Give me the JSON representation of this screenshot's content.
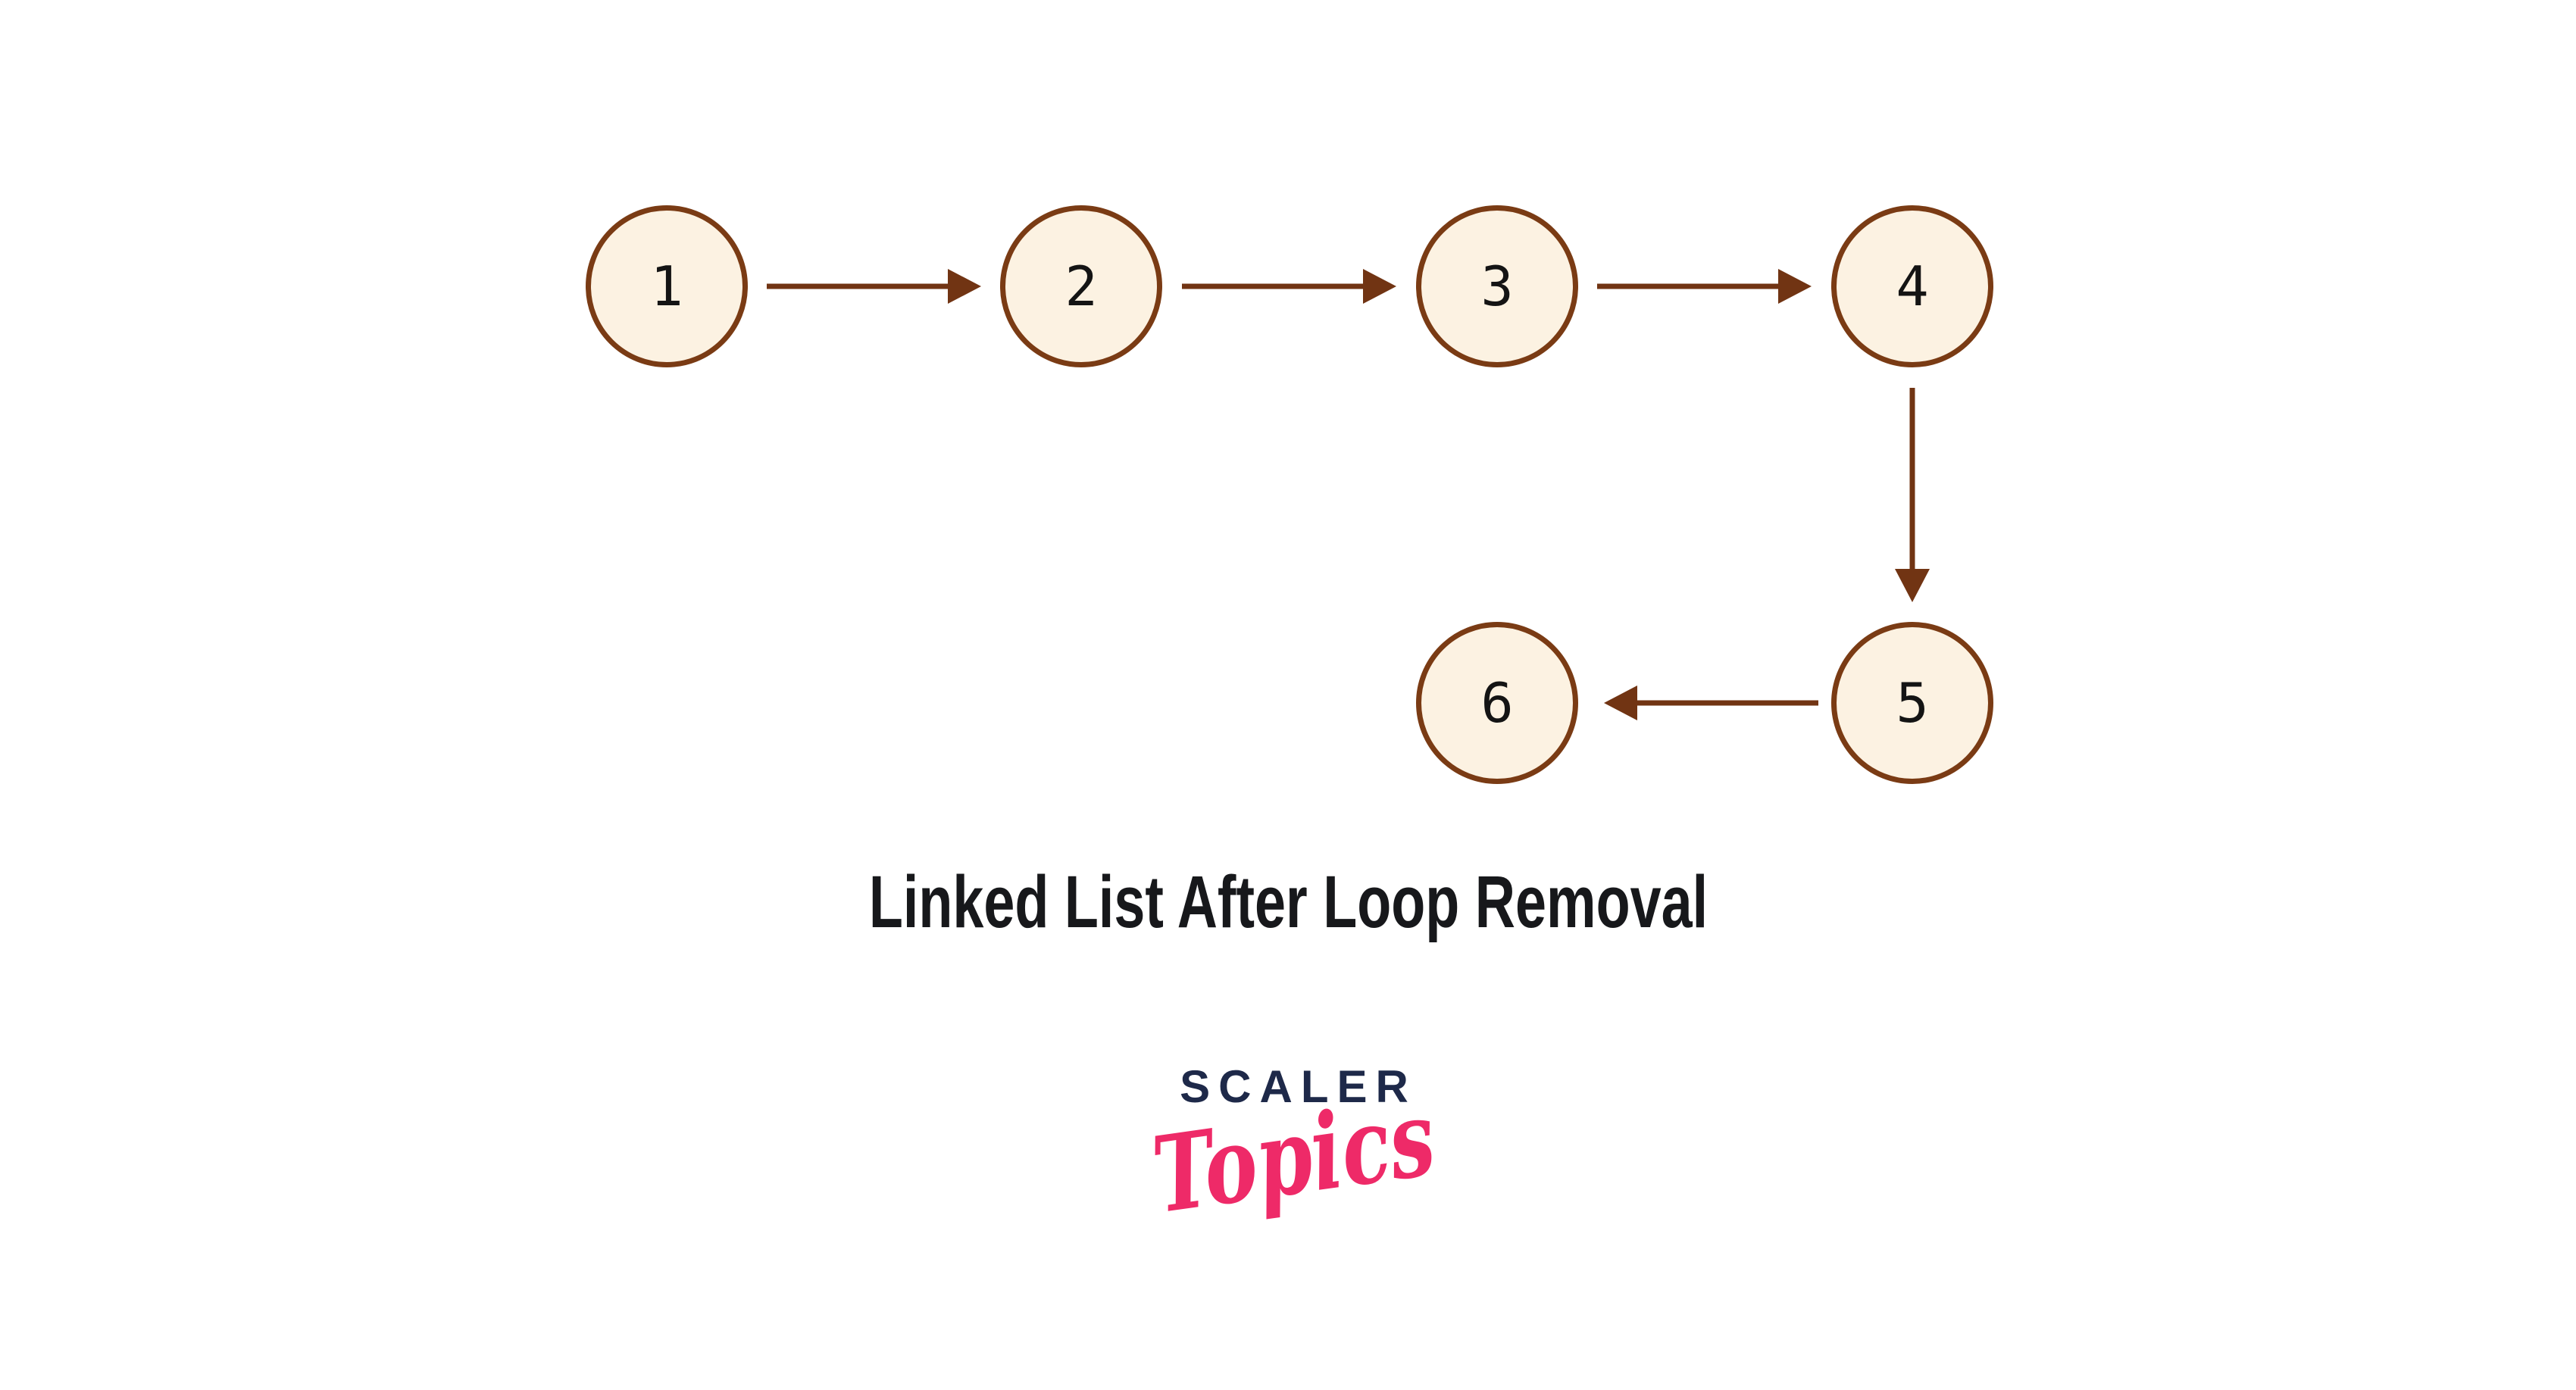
{
  "page": {
    "background": "#ffffff"
  },
  "diagram": {
    "title": "Linked List After Loop Removal",
    "title_color": "#17181b",
    "node_fill_color": "#fcf2e2",
    "node_border_color": "#7a3b14",
    "arrow_color": "#713413",
    "digit_color": "#141414",
    "nodes": [
      {
        "id": "1",
        "label": "1"
      },
      {
        "id": "2",
        "label": "2"
      },
      {
        "id": "3",
        "label": "3"
      },
      {
        "id": "4",
        "label": "4"
      },
      {
        "id": "5",
        "label": "5"
      },
      {
        "id": "6",
        "label": "6"
      }
    ],
    "edges": [
      {
        "from": "1",
        "to": "2",
        "direction": "right"
      },
      {
        "from": "2",
        "to": "3",
        "direction": "right"
      },
      {
        "from": "3",
        "to": "4",
        "direction": "right"
      },
      {
        "from": "4",
        "to": "5",
        "direction": "down"
      },
      {
        "from": "5",
        "to": "6",
        "direction": "left"
      }
    ]
  },
  "logo": {
    "brand": "SCALER",
    "sub": "Topics",
    "brand_color": "#1e2949",
    "sub_color": "#ee2a68"
  }
}
